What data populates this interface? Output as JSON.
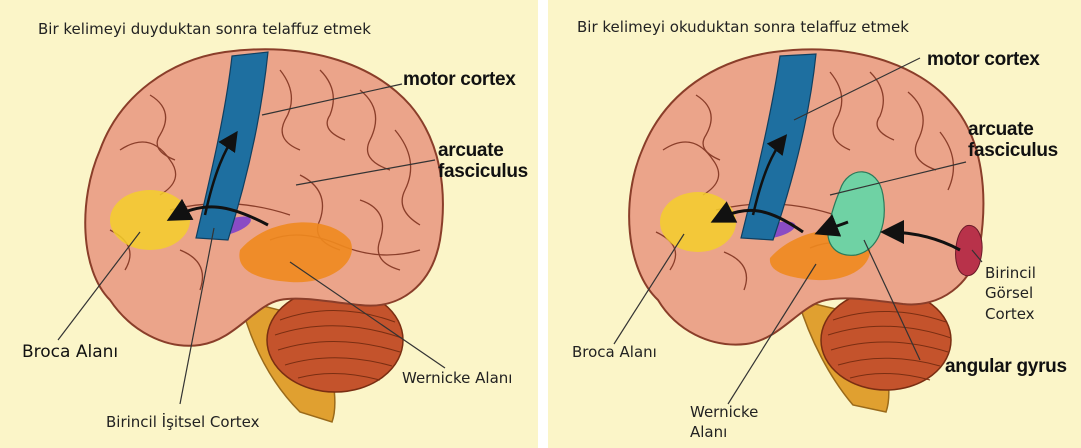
{
  "left": {
    "title": "Bir kelimeyi duyduktan sonra telaffuz etmek",
    "labels": {
      "motor_cortex": "motor cortex",
      "arcuate": "arcuate",
      "fasciculus": "fasciculus",
      "broca": "Broca Alanı",
      "wernicke": "Wernicke  Alanı",
      "auditory": "Birincil İşitsel Cortex"
    }
  },
  "right": {
    "title": "Bir kelimeyi okuduktan sonra telaffuz etmek",
    "labels": {
      "motor_cortex": "motor cortex",
      "arcuate": "arcuate",
      "fasciculus": "fasciculus",
      "visual_1": "Birincil",
      "visual_2": "Görsel",
      "visual_3": "Cortex",
      "angular": "angular gyrus",
      "broca": "Broca Alanı",
      "wernicke_1": "Wernicke",
      "wernicke_2": "Alanı"
    }
  },
  "colors": {
    "background": "#fbf5c8",
    "brain": "#eba48a",
    "motor_cortex": "#1e6fa0",
    "broca": "#f4cf2a",
    "wernicke": "#f08a1e",
    "auditory": "#8a4cc4",
    "angular": "#6fd2a4",
    "visual": "#b8324a",
    "cerebellum": "#c4532c",
    "brainstem": "#e0a030"
  }
}
